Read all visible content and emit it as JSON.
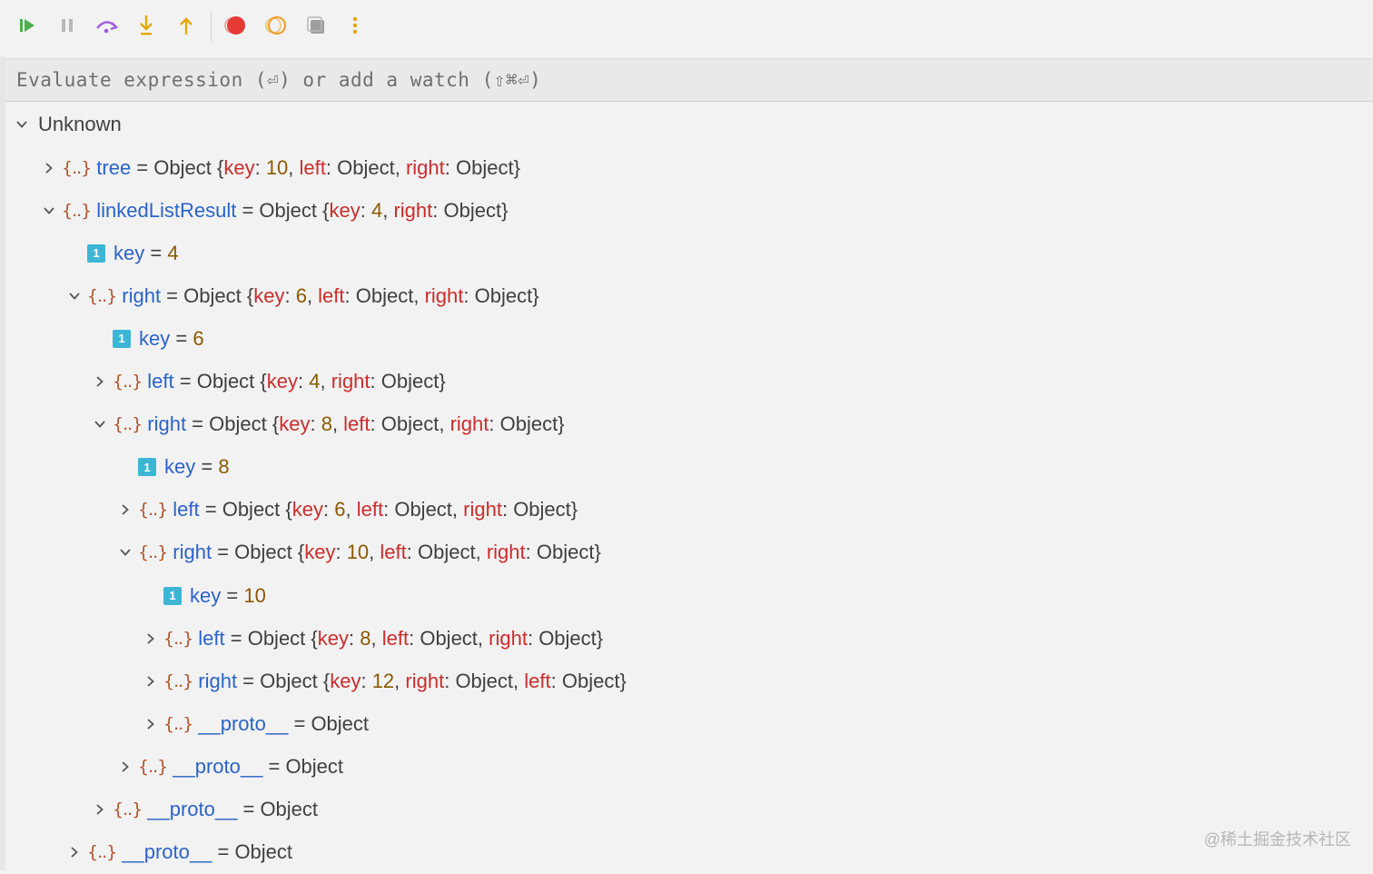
{
  "toolbar": {
    "buttons": [
      {
        "name": "resume-icon",
        "color": "#4caf50"
      },
      {
        "name": "pause-icon",
        "color": "#b0b0b0"
      },
      {
        "name": "step-over-icon",
        "color": "#a05ee0"
      },
      {
        "name": "step-into-icon",
        "color": "#e5a800"
      },
      {
        "name": "step-out-icon",
        "color": "#e5a800"
      },
      {
        "name": "breakpoint-icon",
        "color": "#e53935"
      },
      {
        "name": "mute-breakpoints-icon",
        "color": "#f0a030"
      },
      {
        "name": "stop-icon",
        "color": "#9e9e9e"
      },
      {
        "name": "more-options-icon",
        "color": "#e5a800"
      }
    ]
  },
  "eval": {
    "placeholder": "Evaluate expression (⏎) or add a watch (⇧⌘⏎)"
  },
  "tree": {
    "root_label": "Unknown",
    "object_icon": "{..}",
    "number_icon": "1",
    "rows": [
      {
        "name": "tree",
        "equals": " = ",
        "type": "Object",
        "summary_parts": [
          {
            "k": "key",
            "v": "10"
          },
          {
            "k": "left",
            "v": "Object"
          },
          {
            "k": "right",
            "v": "Object"
          }
        ]
      },
      {
        "name": "linkedListResult",
        "equals": " = ",
        "type": "Object",
        "summary_parts": [
          {
            "k": "key",
            "v": "4"
          },
          {
            "k": "right",
            "v": "Object"
          }
        ]
      },
      {
        "name": "key",
        "equals": " = ",
        "value": "4"
      },
      {
        "name": "right",
        "equals": " = ",
        "type": "Object",
        "summary_parts": [
          {
            "k": "key",
            "v": "6"
          },
          {
            "k": "left",
            "v": "Object"
          },
          {
            "k": "right",
            "v": "Object"
          }
        ]
      },
      {
        "name": "key",
        "equals": " = ",
        "value": "6"
      },
      {
        "name": "left",
        "equals": " = ",
        "type": "Object",
        "summary_parts": [
          {
            "k": "key",
            "v": "4"
          },
          {
            "k": "right",
            "v": "Object"
          }
        ]
      },
      {
        "name": "right",
        "equals": " = ",
        "type": "Object",
        "summary_parts": [
          {
            "k": "key",
            "v": "8"
          },
          {
            "k": "left",
            "v": "Object"
          },
          {
            "k": "right",
            "v": "Object"
          }
        ]
      },
      {
        "name": "key",
        "equals": " = ",
        "value": "8"
      },
      {
        "name": "left",
        "equals": " = ",
        "type": "Object",
        "summary_parts": [
          {
            "k": "key",
            "v": "6"
          },
          {
            "k": "left",
            "v": "Object"
          },
          {
            "k": "right",
            "v": "Object"
          }
        ]
      },
      {
        "name": "right",
        "equals": " = ",
        "type": "Object",
        "summary_parts": [
          {
            "k": "key",
            "v": "10"
          },
          {
            "k": "left",
            "v": "Object"
          },
          {
            "k": "right",
            "v": "Object"
          }
        ]
      },
      {
        "name": "key",
        "equals": " = ",
        "value": "10"
      },
      {
        "name": "left",
        "equals": " = ",
        "type": "Object",
        "summary_parts": [
          {
            "k": "key",
            "v": "8"
          },
          {
            "k": "left",
            "v": "Object"
          },
          {
            "k": "right",
            "v": "Object"
          }
        ]
      },
      {
        "name": "right",
        "equals": " = ",
        "type": "Object",
        "summary_parts": [
          {
            "k": "key",
            "v": "12"
          },
          {
            "k": "right",
            "v": "Object"
          },
          {
            "k": "left",
            "v": "Object"
          }
        ]
      },
      {
        "name": "__proto__",
        "equals": " = ",
        "type": "Object"
      },
      {
        "name": "__proto__",
        "equals": " = ",
        "type": "Object"
      },
      {
        "name": "__proto__",
        "equals": " = ",
        "type": "Object"
      },
      {
        "name": "__proto__",
        "equals": " = ",
        "type": "Object"
      }
    ]
  },
  "watermark": "@稀土掘金技术社区"
}
